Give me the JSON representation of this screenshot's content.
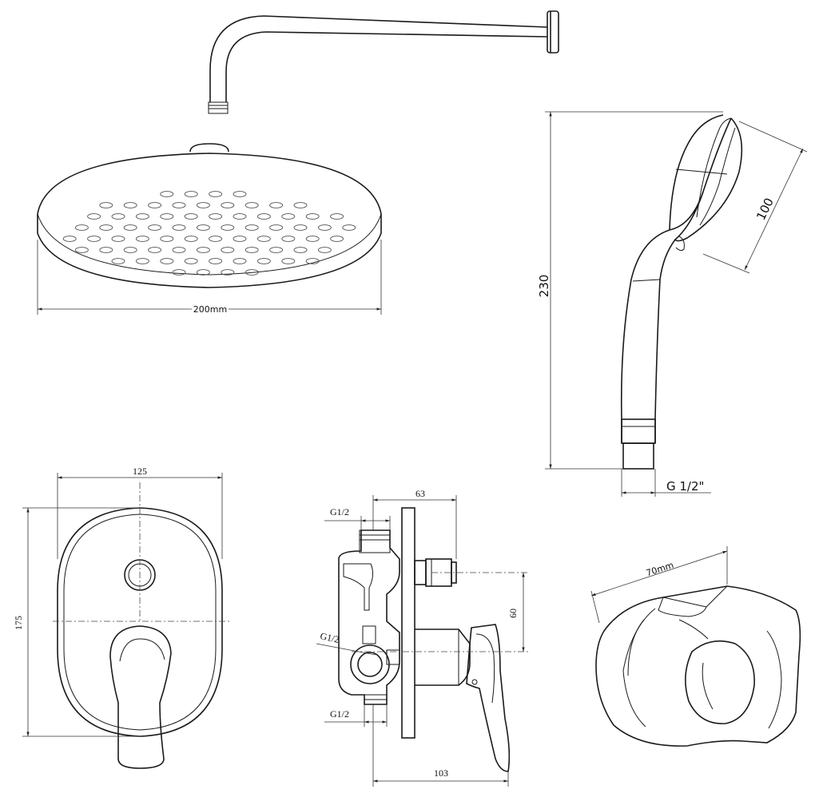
{
  "dimensions": {
    "shower_head_width": "200mm",
    "hand_shower_length": "230",
    "hand_shower_head": "100",
    "hand_shower_thread": "G 1/2\"",
    "plate_width": "125",
    "plate_height": "175",
    "mixer_depth_top": "63",
    "mixer_outlet_spacing": "60",
    "mixer_depth_total": "103",
    "connection_top": "G1/2",
    "connection_side": "G1/2",
    "connection_bottom": "G1/2",
    "holder_width": "70mm"
  }
}
